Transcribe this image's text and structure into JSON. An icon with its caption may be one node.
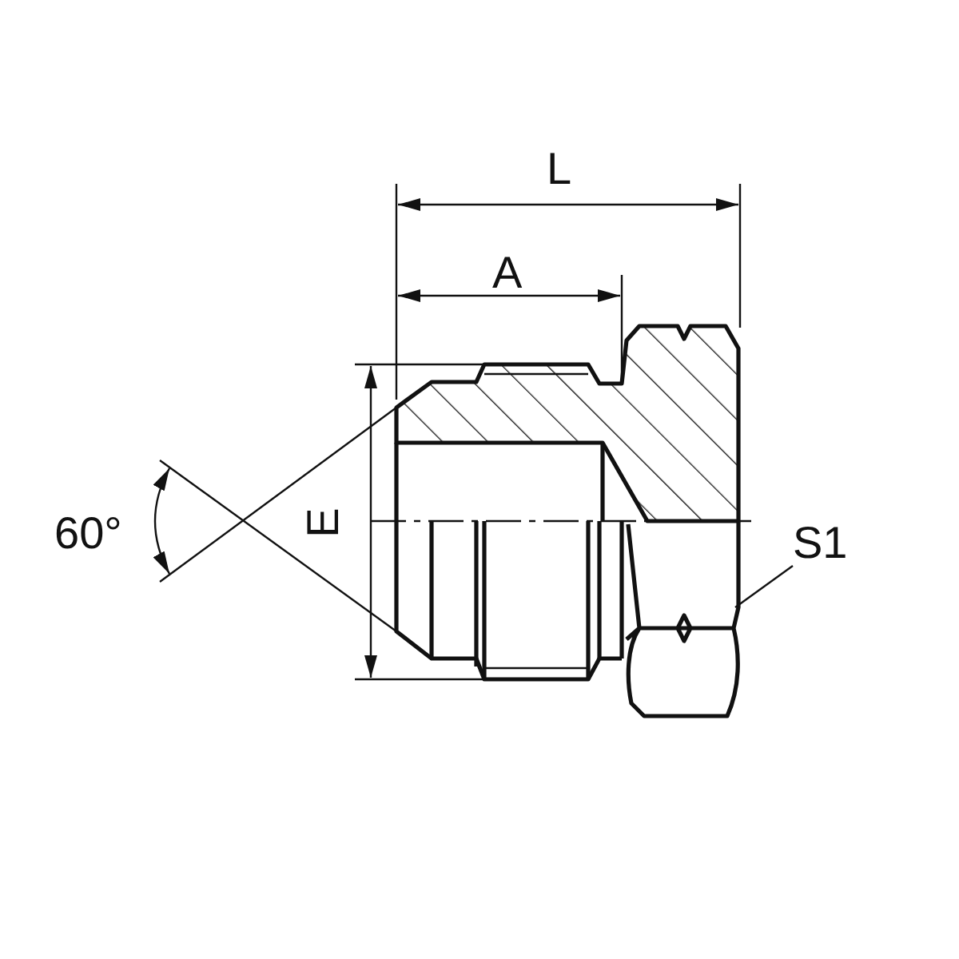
{
  "diagram": {
    "nodes": [
      {
        "text": [
          "S1"
        ]
      },
      {
        "text": [],
        "shape": "picture"
      }
    ],
    "edges": [
      {
        "from": 0,
        "to": 1,
        "arrow": "none"
      }
    ],
    "labels": [
      "L",
      "A",
      "E",
      "60°"
    ]
  }
}
